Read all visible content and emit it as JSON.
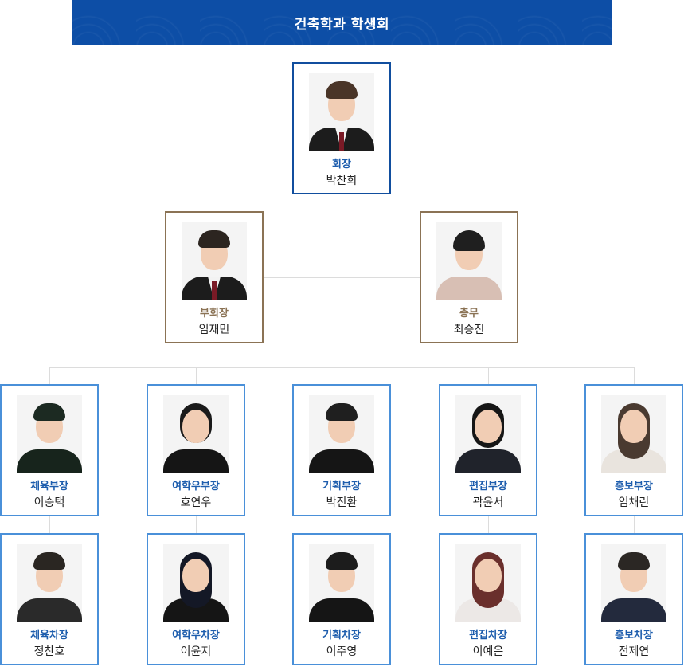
{
  "header": {
    "title": "건축학과 학생회"
  },
  "colors": {
    "banner": "#0d4ea6",
    "president_border": "#114e9e",
    "exec_border": "#8b7355",
    "member_border": "#4a90d9",
    "role_blue": "#1d5dad",
    "role_brown": "#8b7355",
    "connector": "#dcdcdc"
  },
  "president": {
    "role": "회장",
    "name": "박찬희",
    "photo": "portrait-suit-maroon-tie"
  },
  "executives": [
    {
      "role": "부회장",
      "name": "임재민",
      "photo": "portrait-suit-maroon-tie"
    },
    {
      "role": "총무",
      "name": "최승진",
      "photo": "portrait-beige-shirt"
    }
  ],
  "departments": [
    {
      "head": {
        "role": "체육부장",
        "name": "이승택"
      },
      "deputy": {
        "role": "체육차장",
        "name": "정찬호"
      }
    },
    {
      "head": {
        "role": "여학우부장",
        "name": "호연우"
      },
      "deputy": {
        "role": "여학우차장",
        "name": "이윤지"
      }
    },
    {
      "head": {
        "role": "기획부장",
        "name": "박진환"
      },
      "deputy": {
        "role": "기획차장",
        "name": "이주영"
      }
    },
    {
      "head": {
        "role": "편집부장",
        "name": "곽윤서"
      },
      "deputy": {
        "role": "편집차장",
        "name": "이예은"
      }
    },
    {
      "head": {
        "role": "홍보부장",
        "name": "임채린"
      },
      "deputy": {
        "role": "홍보차장",
        "name": "전제연"
      }
    }
  ]
}
